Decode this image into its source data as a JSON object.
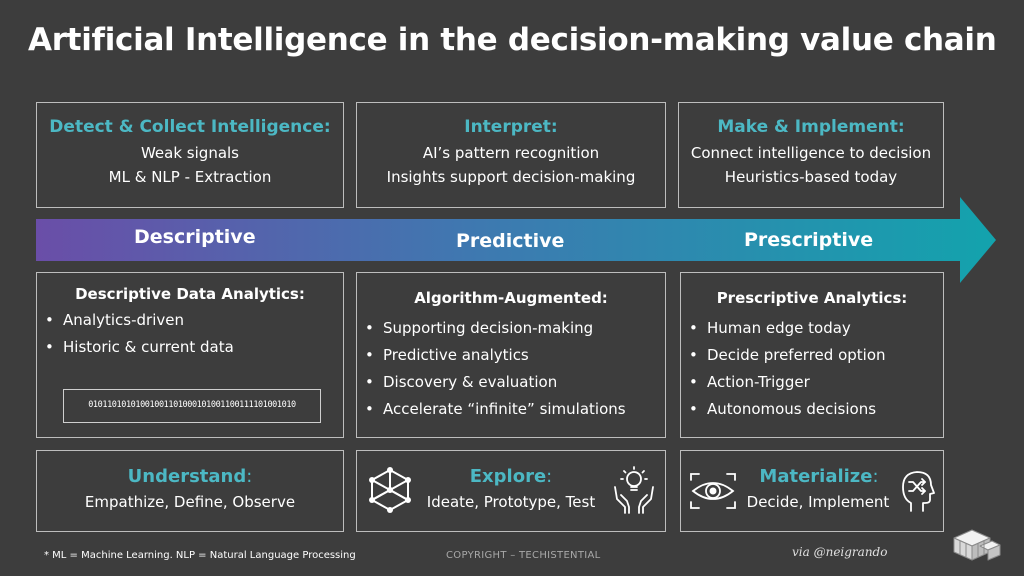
{
  "title": "Artificial Intelligence in the decision-making value chain",
  "top_boxes": [
    {
      "heading": "Detect & Collect Intelligence:",
      "lines": [
        "Weak signals",
        "ML & NLP - Extraction"
      ]
    },
    {
      "heading": "Interpret:",
      "lines": [
        "AI’s pattern recognition",
        "Insights support decision-making"
      ]
    },
    {
      "heading": "Make & Implement:",
      "lines": [
        "Connect intelligence to decision",
        "Heuristics-based today"
      ]
    }
  ],
  "stages": [
    "Descriptive",
    "Predictive",
    "Prescriptive"
  ],
  "mid_boxes": [
    {
      "heading": "Descriptive Data Analytics:",
      "bullets": [
        "Analytics-driven",
        "Historic & current data"
      ],
      "binary": "01011010101001001101000101001100111101001010"
    },
    {
      "heading": "Algorithm-Augmented:",
      "bullets": [
        "Supporting decision-making",
        "Predictive analytics",
        "Discovery & evaluation",
        "Accelerate “infinite” simulations"
      ]
    },
    {
      "heading": "Prescriptive Analytics:",
      "bullets": [
        "Human edge today",
        "Decide preferred option",
        "Action-Trigger",
        "Autonomous decisions"
      ]
    }
  ],
  "bottom_boxes": [
    {
      "heading": "Understand",
      "suffix": ":",
      "line": "Empathize, Define, Observe"
    },
    {
      "heading": "Explore",
      "suffix": ":",
      "line": "Ideate, Prototype, Test"
    },
    {
      "heading": "Materialize",
      "suffix": ":",
      "line": "Decide, Implement"
    }
  ],
  "bullet_char": "•",
  "footnote": "* ML = Machine Learning. NLP =  Natural Language Processing",
  "copyright": "COPYRIGHT – TECHISTENTIAL",
  "credit": "via @neigrando",
  "colors": {
    "background": "#3d3d3d",
    "accent": "#4cb8c4",
    "arrow_start": "#6a4ea8",
    "arrow_end": "#13a3ad",
    "border": "#bdbdbd"
  },
  "icons": [
    "cube-network-icon",
    "idea-hands-icon",
    "eye-scan-icon",
    "head-decision-icon",
    "logo-icon"
  ]
}
